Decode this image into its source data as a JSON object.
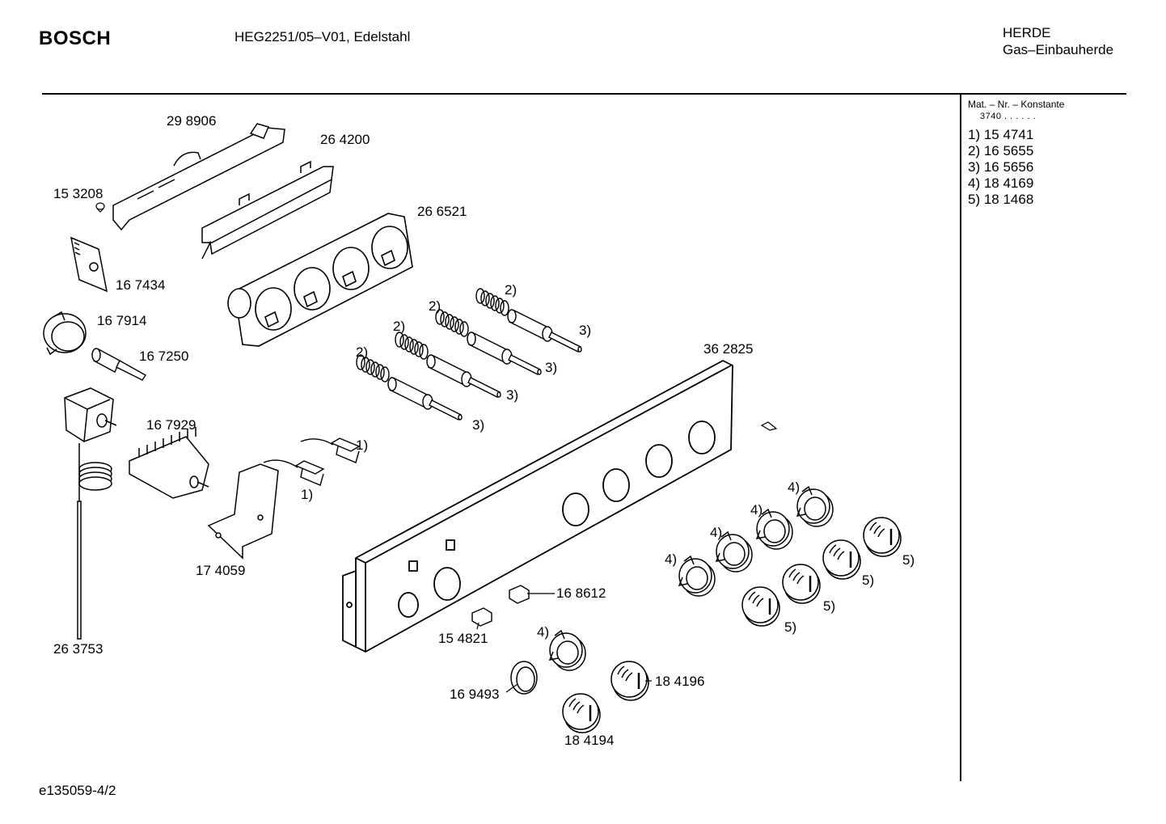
{
  "header": {
    "brand": "BOSCH",
    "model": "HEG2251/05–V01, Edelstahl",
    "category_line1": "HERDE",
    "category_line2": "Gas–Einbauherde"
  },
  "footer": {
    "doc_id": "e135059-4/2"
  },
  "sidebar": {
    "heading": "Mat. – Nr. – Konstante",
    "constant": "3740 .  .   .  .  .  .",
    "items": [
      {
        "label": "1) 15 4741"
      },
      {
        "label": "2) 16 5655"
      },
      {
        "label": "3) 16 5656"
      },
      {
        "label": "4) 18 4169"
      },
      {
        "label": "5) 18 1468"
      }
    ]
  },
  "diagram": {
    "labels": [
      {
        "id": "p298906",
        "text": "29 8906"
      },
      {
        "id": "p264200",
        "text": "26 4200"
      },
      {
        "id": "p153208",
        "text": "15 3208"
      },
      {
        "id": "p266521",
        "text": "26 6521"
      },
      {
        "id": "p167434",
        "text": "16 7434"
      },
      {
        "id": "p167914",
        "text": "16 7914"
      },
      {
        "id": "p167250",
        "text": "16 7250"
      },
      {
        "id": "p167929",
        "text": "16 7929"
      },
      {
        "id": "p174059",
        "text": "17 4059"
      },
      {
        "id": "p263753",
        "text": "26 3753"
      },
      {
        "id": "p362825",
        "text": "36 2825"
      },
      {
        "id": "p168612",
        "text": "16 8612"
      },
      {
        "id": "p154821",
        "text": "15 4821"
      },
      {
        "id": "p169493",
        "text": "16 9493"
      },
      {
        "id": "p184196",
        "text": "18 4196"
      },
      {
        "id": "p184194",
        "text": "18 4194"
      },
      {
        "id": "r2a",
        "text": "2)"
      },
      {
        "id": "r2b",
        "text": "2)"
      },
      {
        "id": "r2c",
        "text": "2)"
      },
      {
        "id": "r2d",
        "text": "2)"
      },
      {
        "id": "r3a",
        "text": "3)"
      },
      {
        "id": "r3b",
        "text": "3)"
      },
      {
        "id": "r3c",
        "text": "3)"
      },
      {
        "id": "r3d",
        "text": "3)"
      },
      {
        "id": "r1a",
        "text": "1)"
      },
      {
        "id": "r1b",
        "text": "1)"
      },
      {
        "id": "r4a",
        "text": "4)"
      },
      {
        "id": "r4b",
        "text": "4)"
      },
      {
        "id": "r4c",
        "text": "4)"
      },
      {
        "id": "r4d",
        "text": "4)"
      },
      {
        "id": "r4e",
        "text": "4)"
      },
      {
        "id": "r5a",
        "text": "5)"
      },
      {
        "id": "r5b",
        "text": "5)"
      },
      {
        "id": "r5c",
        "text": "5)"
      },
      {
        "id": "r5d",
        "text": "5)"
      }
    ]
  }
}
